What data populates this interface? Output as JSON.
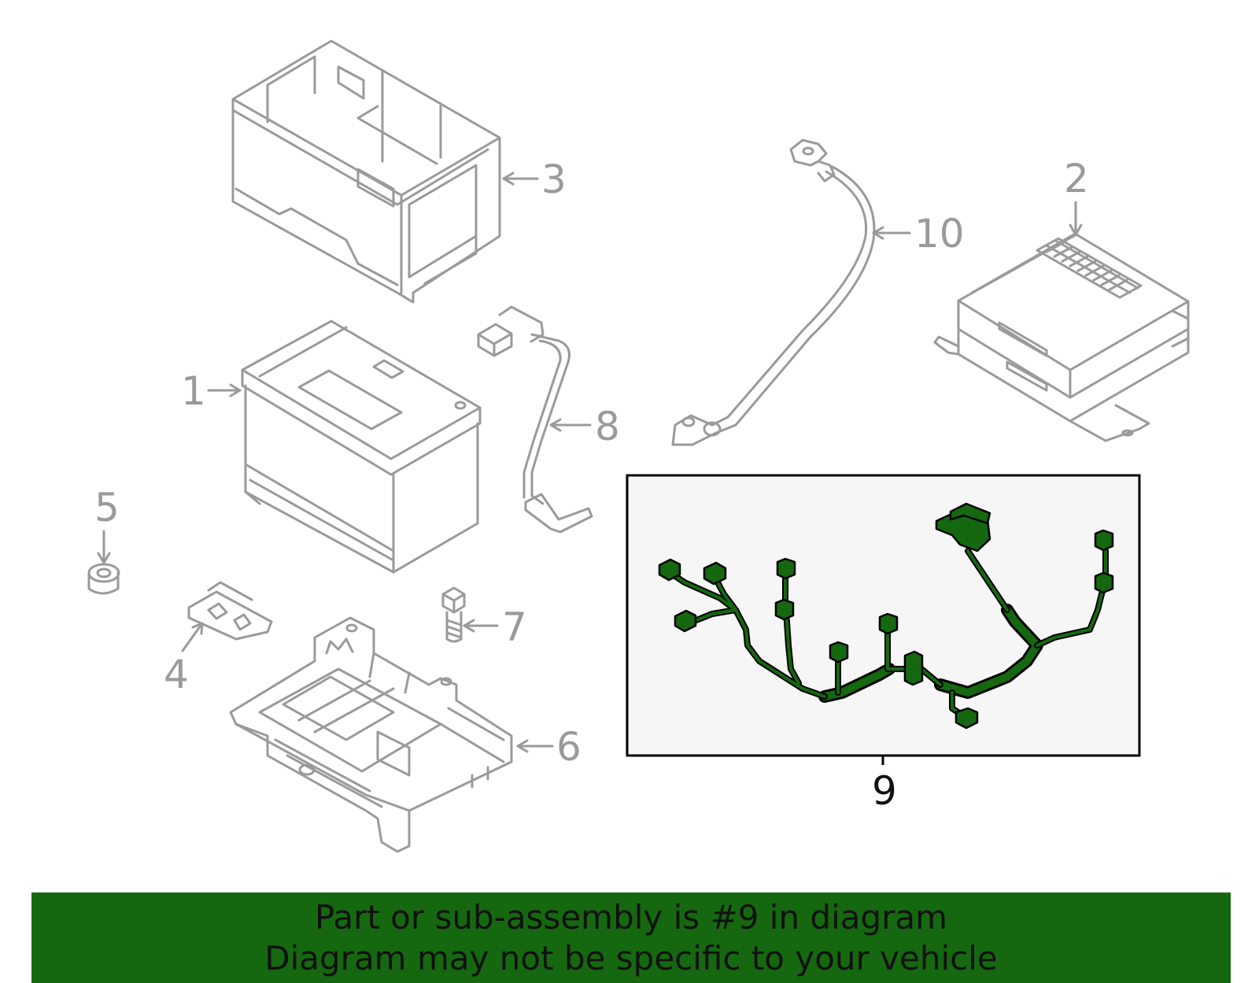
{
  "callouts": {
    "c1": "1",
    "c2": "2",
    "c3": "3",
    "c4": "4",
    "c5": "5",
    "c6": "6",
    "c7": "7",
    "c8": "8",
    "c9": "9",
    "c10": "10"
  },
  "banner": {
    "line1": "Part or sub-assembly is #9 in diagram",
    "line2": "Diagram may not be specific to your vehicle"
  },
  "colors": {
    "part_outline": "#9a9a9a",
    "highlight": "#15680f",
    "banner_bg": "#15680f",
    "inset_bg": "#f6f6f6"
  },
  "icons": {
    "battery": "battery-icon",
    "control_module": "control-module-icon",
    "battery_cover": "battery-cover-icon",
    "bracket": "bracket-icon",
    "nut": "nut-icon",
    "tray": "battery-tray-icon",
    "bolt": "bolt-icon",
    "sensor_cable": "sensor-cable-icon",
    "wiring_harness": "wiring-harness-icon",
    "ground_cable": "ground-cable-icon"
  }
}
